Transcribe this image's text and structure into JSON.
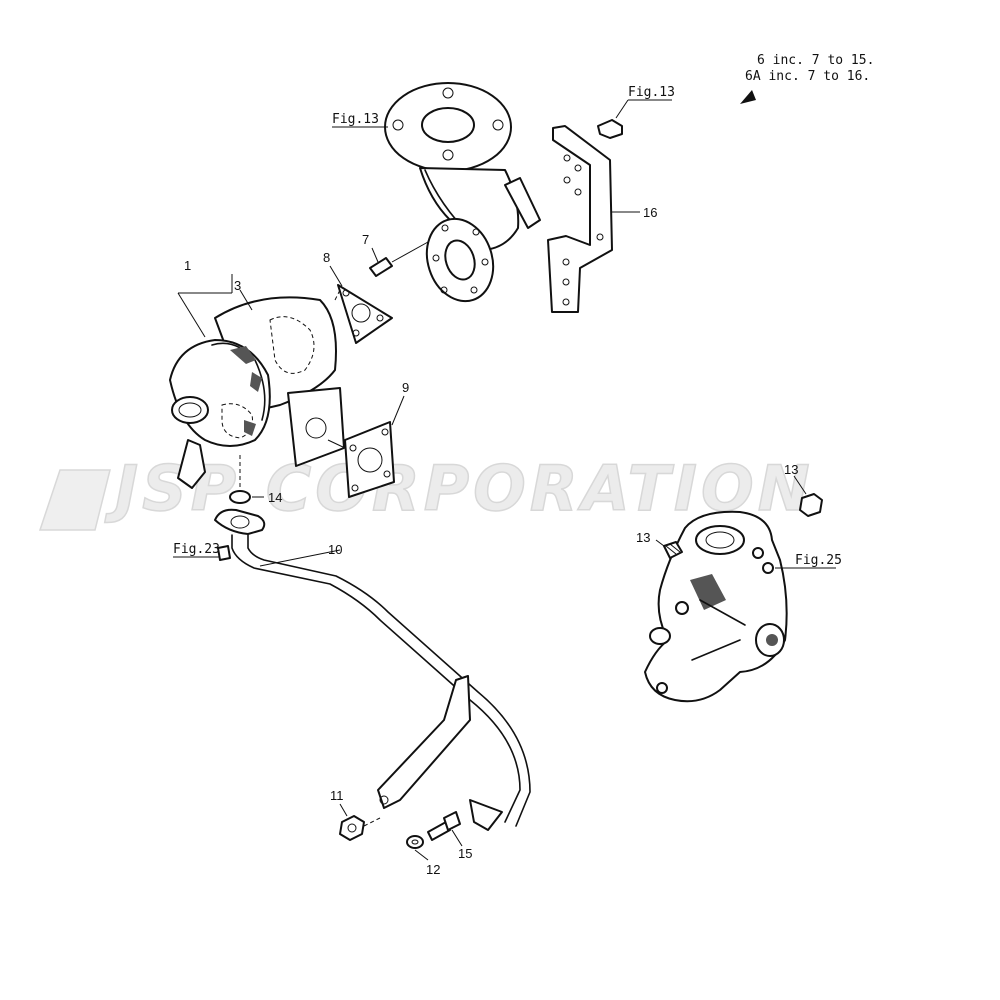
{
  "note": {
    "line1": "6 inc. 7 to 15.",
    "line2": "6A inc. 7 to 16."
  },
  "watermark": "JSP CORPORATION",
  "refs": {
    "fig13_exhaust": "Fig.13",
    "fig13_bolt": "Fig.13",
    "fig23": "Fig.23",
    "fig25": "Fig.25"
  },
  "callouts": {
    "c1": "1",
    "c3": "3",
    "c7": "7",
    "c8": "8",
    "c9": "9",
    "c10": "10",
    "c11": "11",
    "c12": "12",
    "c13_top": "13",
    "c13_left": "13",
    "c14": "14",
    "c15": "15",
    "c16": "16"
  }
}
